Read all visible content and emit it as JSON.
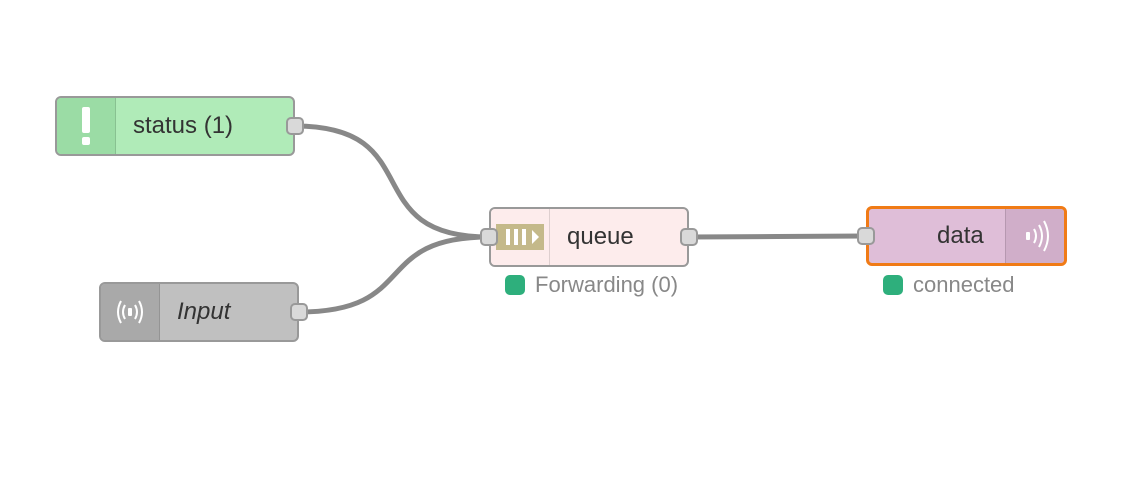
{
  "colors": {
    "wire": "#888888",
    "status_ok": "#2eaf7c",
    "selected_outline": "#f07b16"
  },
  "nodes": {
    "status": {
      "label": "status (1)",
      "icon": "exclamation-icon",
      "color": "#b0ebb8"
    },
    "input": {
      "label": "Input",
      "icon": "radio-waves-icon",
      "color": "#c0c0c0"
    },
    "queue": {
      "label": "queue",
      "icon": "queue-icon",
      "color": "#fdecec",
      "status_text": "Forwarding (0)",
      "status_color": "#2eaf7c"
    },
    "data": {
      "label": "data",
      "icon": "radio-waves-icon",
      "color": "#dfbed8",
      "selected": true,
      "status_text": "connected",
      "status_color": "#2eaf7c"
    }
  }
}
